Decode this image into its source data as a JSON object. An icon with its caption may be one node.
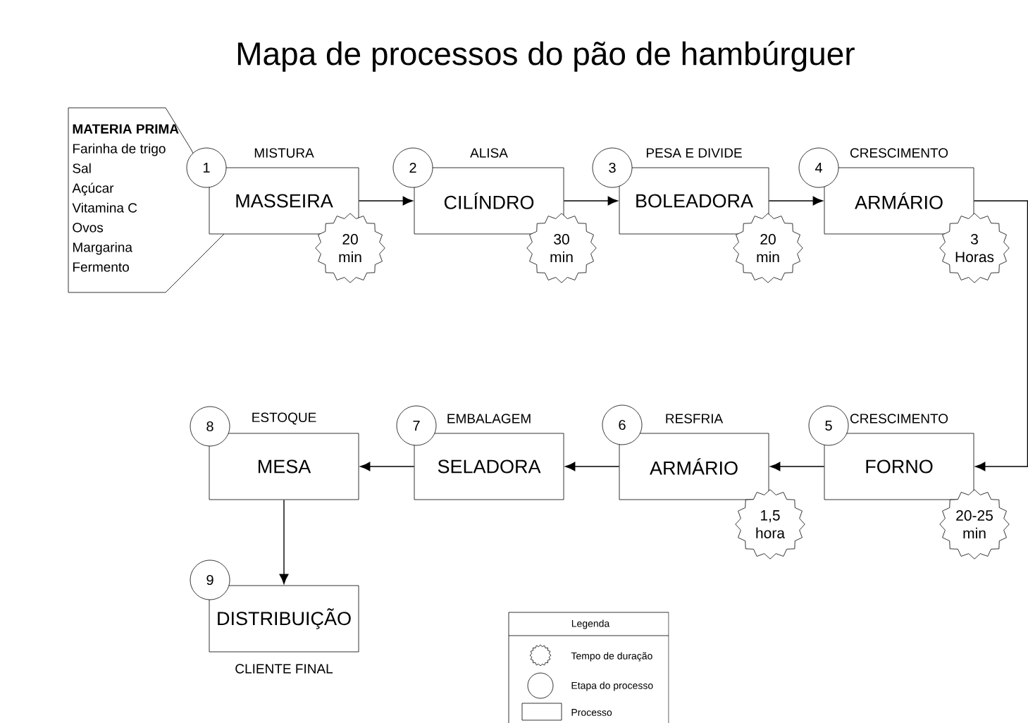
{
  "diagram": {
    "title": "Mapa de processos do pão de hambúrguer",
    "nodes": [
      {
        "text": [
          "MATERIA PRIMA",
          "Farinha de trigo",
          "Sal",
          "Açúcar",
          "Vitamina C",
          "Ovos",
          "Margarina",
          "Fermento"
        ]
      },
      {
        "text": [
          "1"
        ]
      },
      {
        "text": [
          "MISTURA",
          "MASSEIRA"
        ]
      },
      {
        "text": [
          "20 min"
        ]
      },
      {
        "text": [
          "2"
        ]
      },
      {
        "text": [
          "ALISA",
          "CILÍNDRO"
        ]
      },
      {
        "text": [
          "30 min"
        ]
      },
      {
        "text": [
          "3"
        ]
      },
      {
        "text": [
          "PESA E DIVIDE",
          "BOLEADORA"
        ]
      },
      {
        "text": [
          "20 min"
        ]
      },
      {
        "text": [
          "4"
        ]
      },
      {
        "text": [
          "CRESCIMENTO",
          "ARMÁRIO"
        ]
      },
      {
        "text": [
          "3 Horas"
        ]
      },
      {
        "text": [
          "5"
        ]
      },
      {
        "text": [
          "CRESCIMENTO",
          "FORNO"
        ]
      },
      {
        "text": [
          "20-25 min"
        ]
      },
      {
        "text": [
          "6"
        ]
      },
      {
        "text": [
          "RESFRIA",
          "ARMÁRIO"
        ]
      },
      {
        "text": [
          "1,5 hora"
        ]
      },
      {
        "text": [
          "7"
        ]
      },
      {
        "text": [
          "EMBALAGEM",
          "SELADORA"
        ]
      },
      {
        "text": [
          "8"
        ]
      },
      {
        "text": [
          "ESTOQUE",
          "MESA"
        ]
      },
      {
        "text": [
          "9"
        ]
      },
      {
        "text": [
          "DISTRIBUIÇÃO"
        ],
        "beside": [
          "CLIENTE FINAL"
        ]
      }
    ],
    "edges": [
      {
        "from": 2,
        "to": 5,
        "arrow": "to"
      },
      {
        "from": 5,
        "to": 8,
        "arrow": "to"
      },
      {
        "from": 8,
        "to": 11,
        "arrow": "to"
      },
      {
        "from": 11,
        "to": 14,
        "arrow": "to"
      },
      {
        "from": 14,
        "to": 17,
        "arrow": "to"
      },
      {
        "from": 17,
        "to": 20,
        "arrow": "to"
      },
      {
        "from": 20,
        "to": 22,
        "arrow": "to"
      },
      {
        "from": 22,
        "to": 24,
        "arrow": "to"
      }
    ],
    "labels": [
      "Legenda"
    ],
    "legend": [
      {
        "text": "Tempo de duração"
      },
      {
        "text": "Etapa do processo"
      },
      {
        "text": "Processo"
      }
    ]
  }
}
